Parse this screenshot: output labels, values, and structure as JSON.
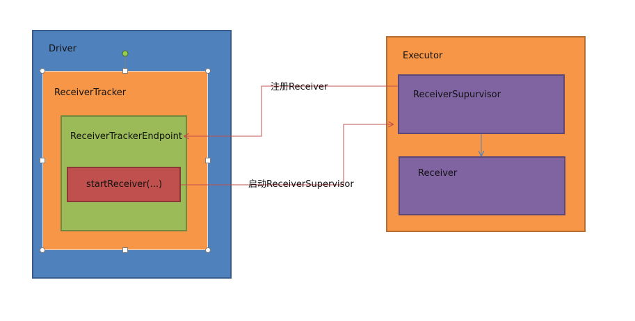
{
  "driver": {
    "label": "Driver",
    "fill": "#4f81bd"
  },
  "receiver_tracker": {
    "label": "ReceiverTracker",
    "fill": "#f79646"
  },
  "receiver_tracker_endpoint": {
    "label": "ReceiverTrackerEndpoint",
    "fill": "#9bbb59"
  },
  "start_receiver": {
    "label": "startReceiver(...)",
    "fill": "#c0504d"
  },
  "executor": {
    "label": "Executor",
    "fill": "#f79646"
  },
  "receiver_supervisor": {
    "label": "ReceiverSupurvisor",
    "fill": "#8064a2"
  },
  "receiver": {
    "label": "Receiver",
    "fill": "#8064a2"
  },
  "arrows": {
    "register_label": "注册Receiver",
    "start_label": "启动ReceiverSupervisor",
    "color": "#c0504d",
    "internal_color": "#4f81bd"
  }
}
